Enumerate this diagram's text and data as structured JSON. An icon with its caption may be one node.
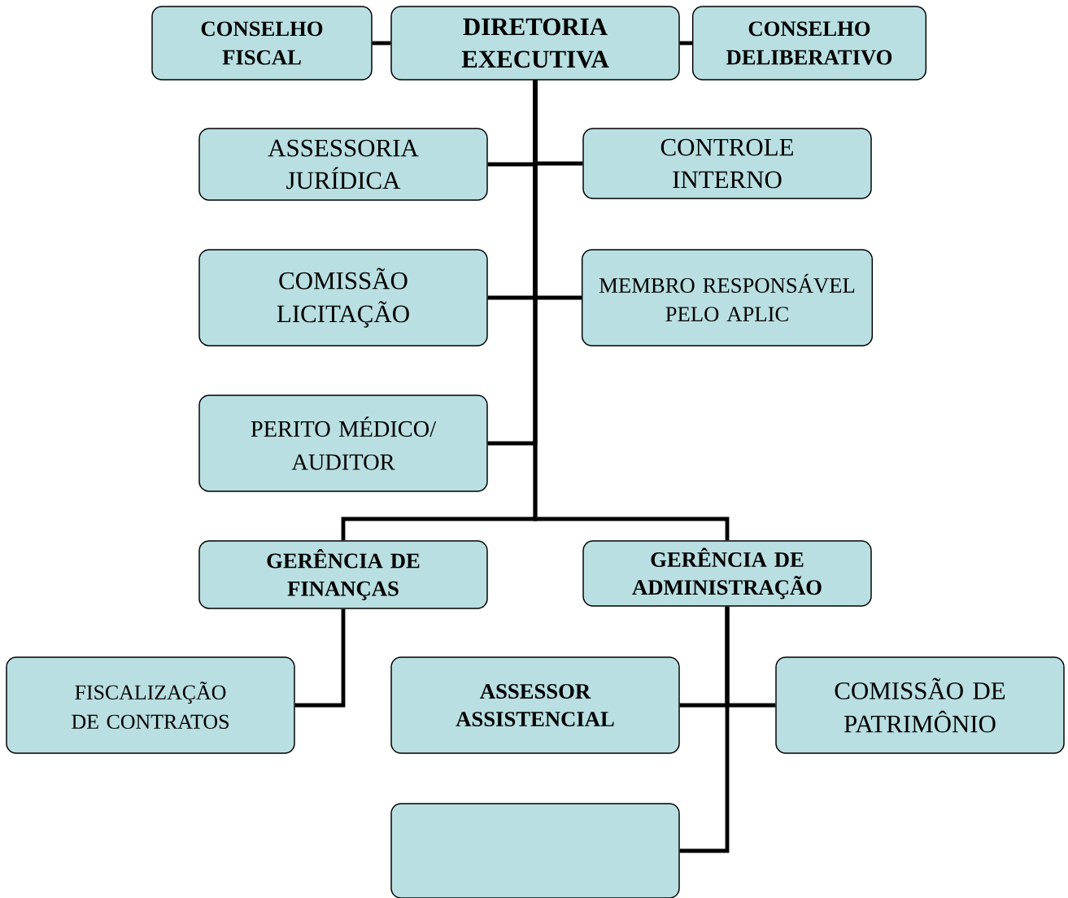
{
  "diagram": {
    "nodes": [
      {
        "text": [
          "CONSELHO FISCAL"
        ]
      },
      {
        "text": [
          "DIRETORIA EXECUTIVA"
        ]
      },
      {
        "text": [
          "CONSELHO DELIBERATIVO"
        ]
      },
      {
        "text": [
          "ASSESSORIA JURÍDICA"
        ]
      },
      {
        "text": [
          "CONTROLE INTERNO"
        ]
      },
      {
        "text": [
          "COMISSÃO LICITAÇÃO"
        ]
      },
      {
        "text": [
          "MEMBRO RESPONSÁVEL PELO APLIC"
        ]
      },
      {
        "text": [
          "PERITO MÉDICO/ AUDITOR"
        ]
      },
      {
        "text": [
          "GERÊNCIA DE FINANÇAS"
        ]
      },
      {
        "text": [
          "GERÊNCIA DE ADMINISTRAÇÃO"
        ]
      },
      {
        "text": [
          "FISCALIZAÇÃO DE CONTRATOS"
        ]
      },
      {
        "text": [
          "ASSESSOR ASSISTENCIAL"
        ]
      },
      {
        "text": [
          "COMISSÃO DE PATRIMÔNIO"
        ]
      },
      {
        "text": [],
        "shape": "box"
      }
    ],
    "edges": [
      {
        "from": 1,
        "to": 0,
        "arrow": "none"
      },
      {
        "from": 1,
        "to": 2,
        "arrow": "none"
      },
      {
        "from": 1,
        "to": 3,
        "arrow": "none"
      },
      {
        "from": 1,
        "to": 4,
        "arrow": "none"
      },
      {
        "from": 1,
        "to": 5,
        "arrow": "none"
      },
      {
        "from": 1,
        "to": 6,
        "arrow": "none"
      },
      {
        "from": 1,
        "to": 7,
        "arrow": "none"
      },
      {
        "from": 1,
        "to": 8,
        "arrow": "none"
      },
      {
        "from": 1,
        "to": 9,
        "arrow": "none"
      },
      {
        "from": 8,
        "to": 10,
        "arrow": "none"
      },
      {
        "from": 9,
        "to": 11,
        "arrow": "none"
      },
      {
        "from": 9,
        "to": 12,
        "arrow": "none"
      },
      {
        "from": 9,
        "to": 13,
        "arrow": "none"
      }
    ]
  }
}
